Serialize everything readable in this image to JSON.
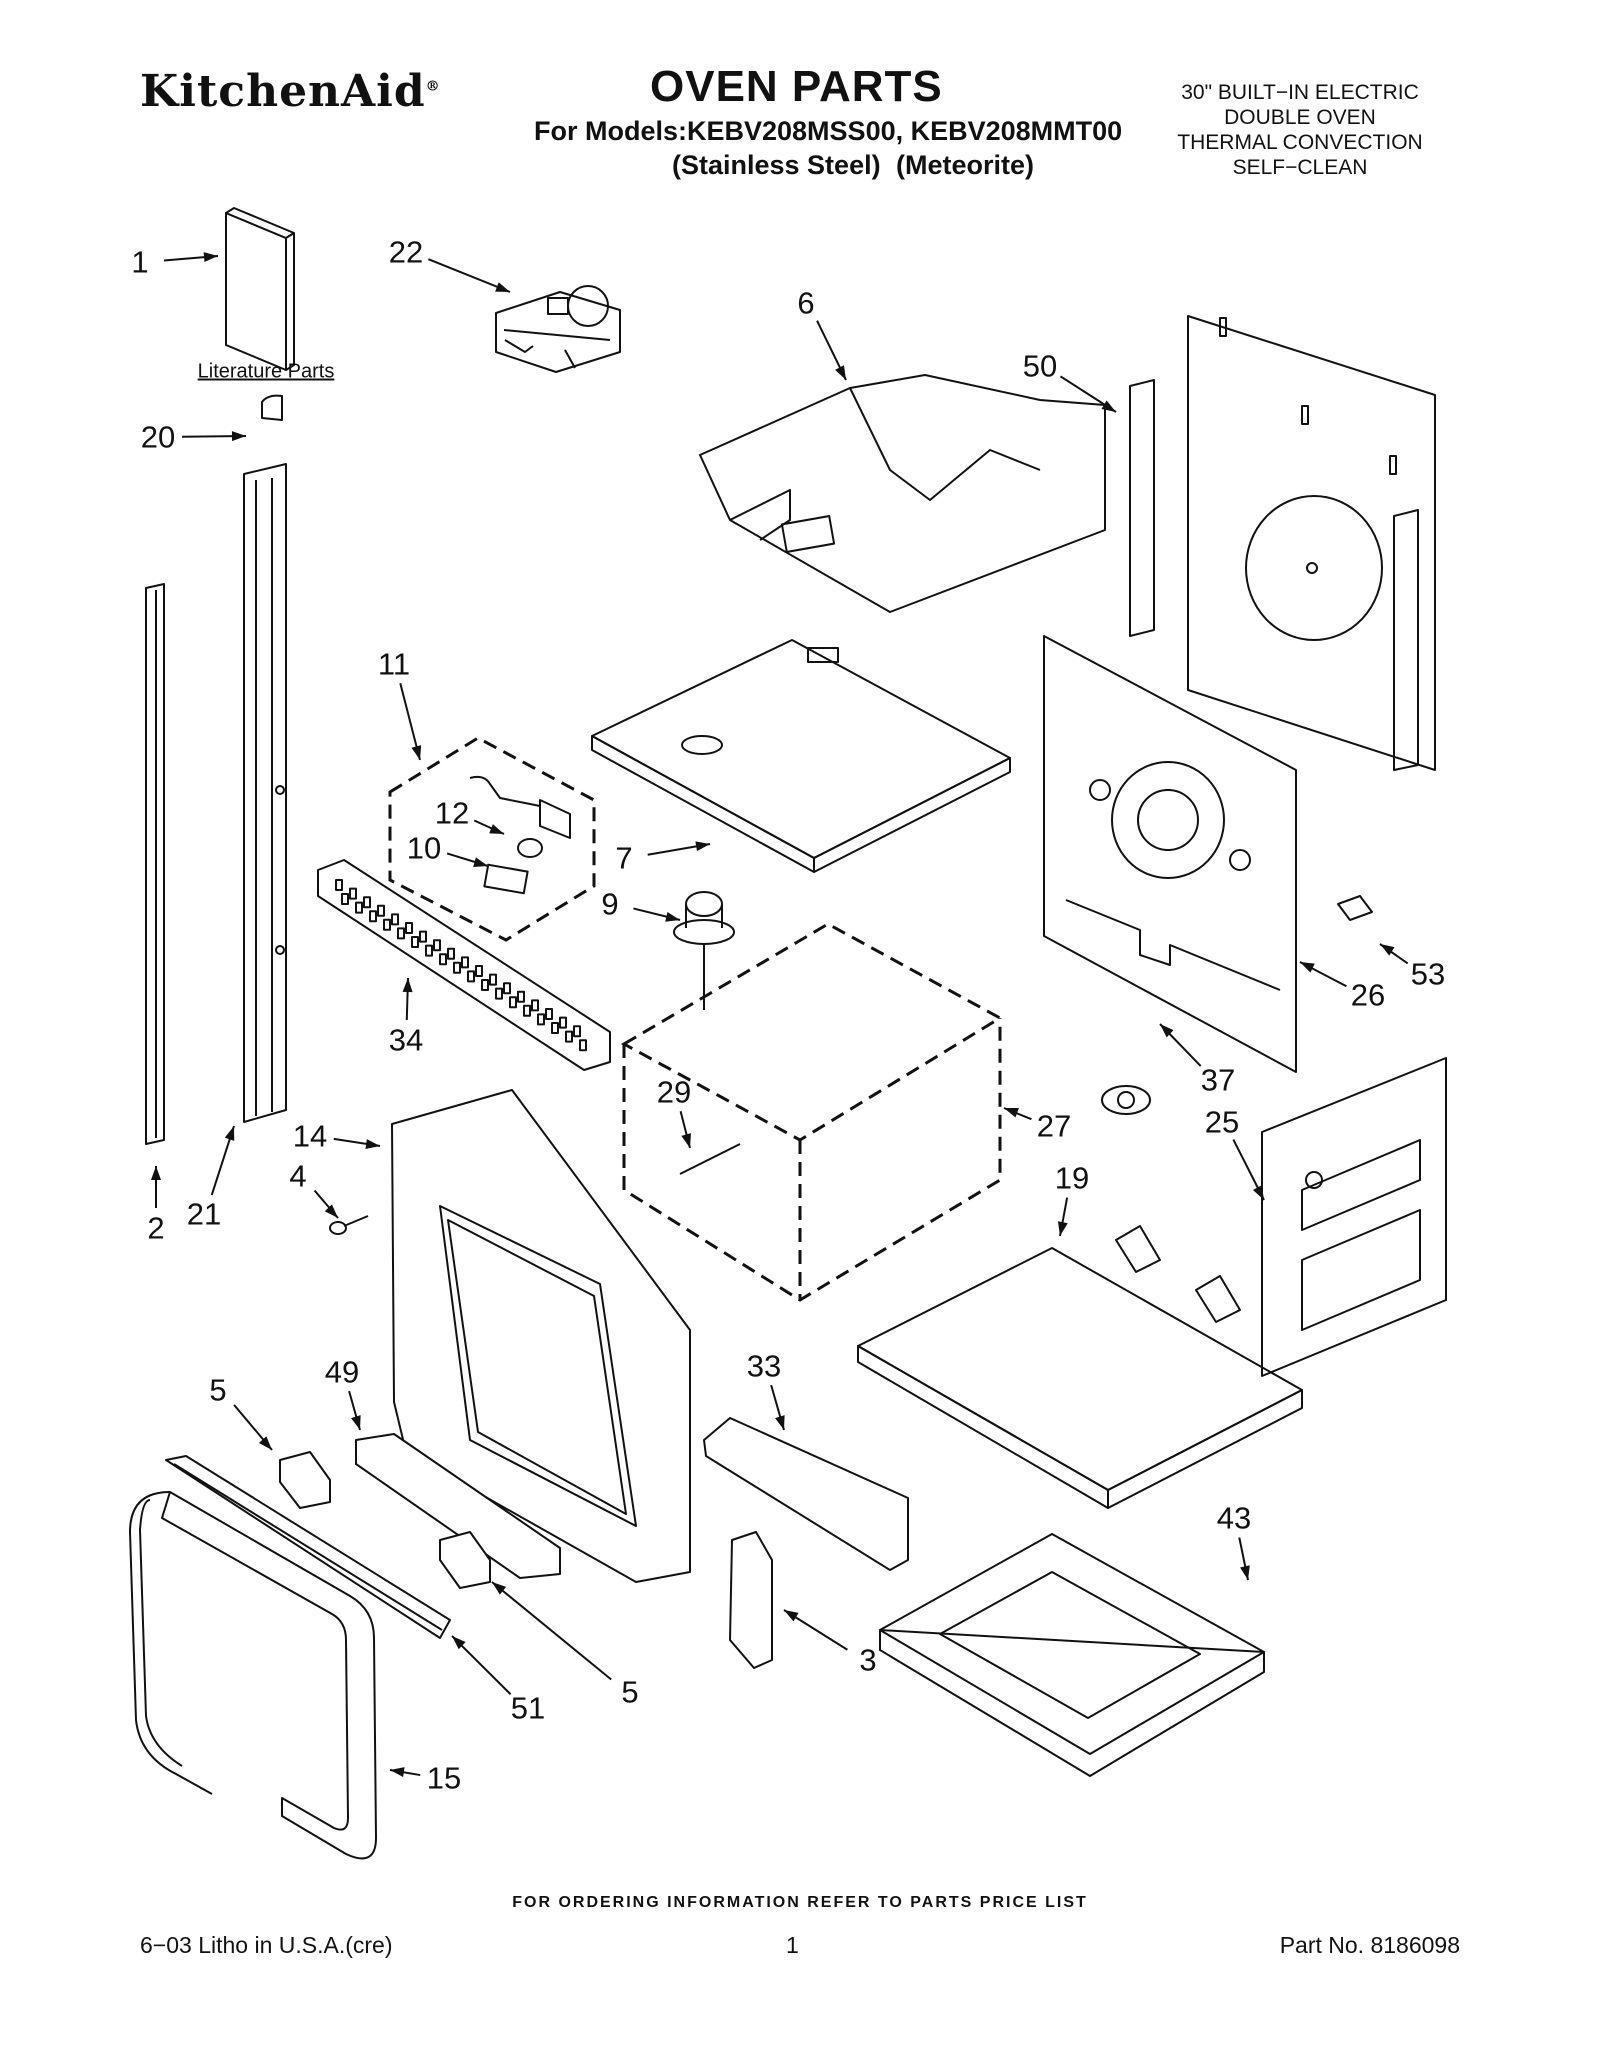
{
  "header": {
    "brand": "KitchenAid",
    "brand_mark": "®",
    "title": "OVEN PARTS",
    "models_line": "For Models:KEBV208MSS00, KEBV208MMT00",
    "variant_1": "(Stainless Steel)",
    "variant_2": "(Meteorite)",
    "spec_lines": [
      "30\" BUILT−IN ELECTRIC",
      "DOUBLE OVEN",
      "THERMAL CONVECTION",
      "SELF−CLEAN"
    ]
  },
  "diagram": {
    "literature_label": "Literature Parts",
    "callouts": [
      "1",
      "22",
      "6",
      "50",
      "20",
      "2",
      "21",
      "11",
      "12",
      "10",
      "7",
      "9",
      "34",
      "14",
      "4",
      "29",
      "27",
      "26",
      "53",
      "37",
      "25",
      "19",
      "5",
      "49",
      "33",
      "51",
      "5",
      "3",
      "43",
      "15"
    ]
  },
  "footer": {
    "ordering_note": "FOR ORDERING INFORMATION REFER TO PARTS PRICE LIST",
    "litho": "6−03 Litho in U.S.A.(cre)",
    "page": "1",
    "part_no": "Part No. 8186098"
  }
}
